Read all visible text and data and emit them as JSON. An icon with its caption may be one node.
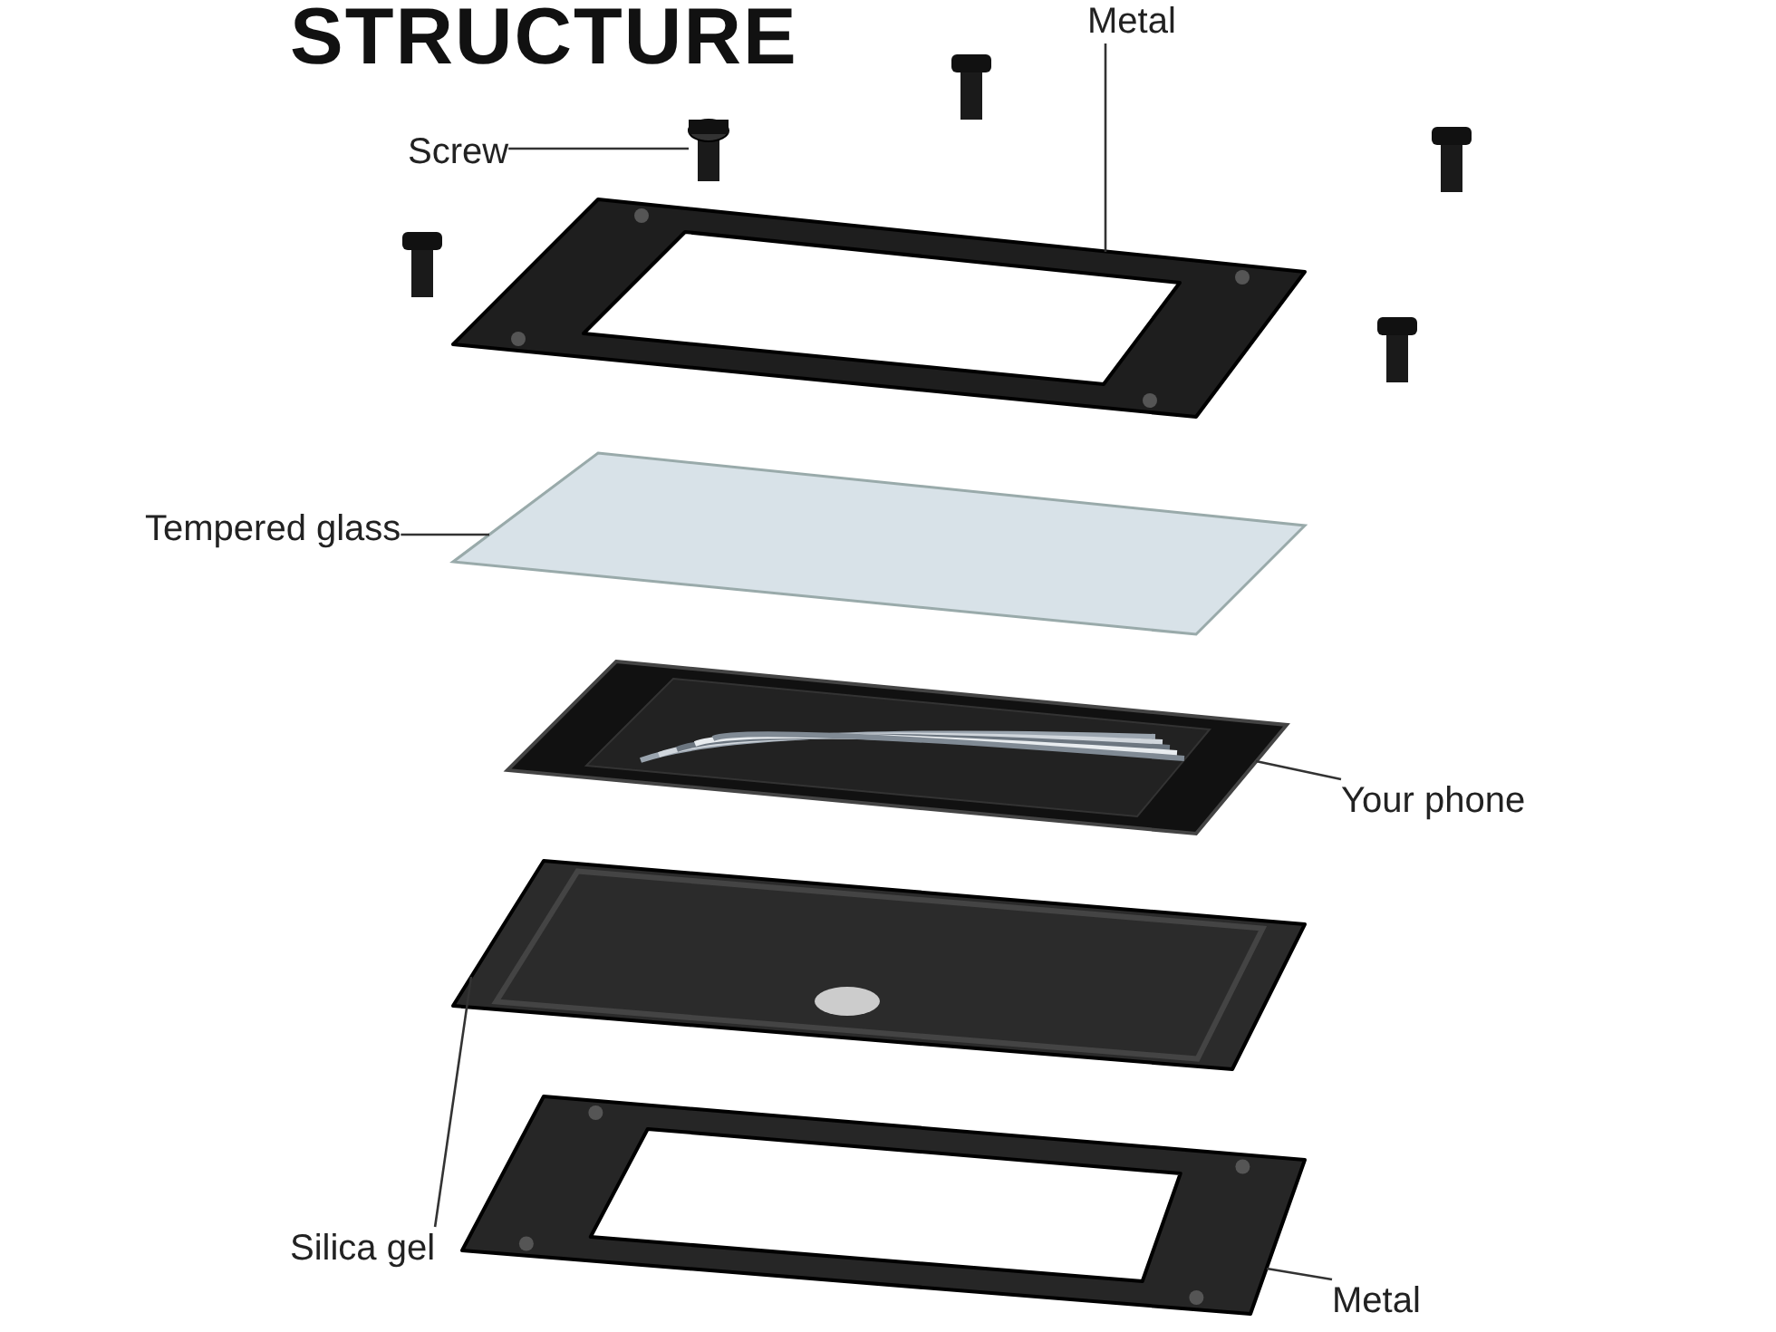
{
  "diagram": {
    "title": "STRUCTURE",
    "nodes": [
      {
        "text": [
          "Metal"
        ]
      },
      {
        "text": [],
        "shape": "picture"
      },
      {
        "text": [
          "Screw"
        ]
      },
      {
        "text": [],
        "shape": "picture"
      },
      {
        "text": [
          "Tempered glass"
        ]
      },
      {
        "text": [],
        "shape": "picture"
      },
      {
        "text": [
          "Your phone"
        ]
      },
      {
        "text": [],
        "shape": "picture"
      },
      {
        "text": [
          "Silica gel"
        ]
      },
      {
        "text": [],
        "shape": "picture"
      },
      {
        "text": [
          "Metal"
        ]
      },
      {
        "text": [],
        "shape": "picture"
      }
    ],
    "edges": [
      {
        "from": 0,
        "to": 1,
        "arrow": "none"
      },
      {
        "from": 2,
        "to": 3,
        "arrow": "none"
      },
      {
        "from": 4,
        "to": 5,
        "arrow": "none"
      },
      {
        "from": 6,
        "to": 7,
        "arrow": "none"
      },
      {
        "from": 8,
        "to": 9,
        "arrow": "none"
      },
      {
        "from": 10,
        "to": 11,
        "arrow": "none"
      }
    ]
  }
}
